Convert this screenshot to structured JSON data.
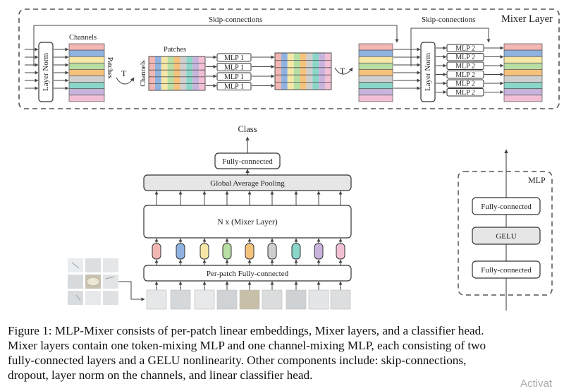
{
  "mixer_layer": {
    "title": "Mixer Layer",
    "skip_label_1": "Skip-connections",
    "skip_label_2": "Skip-connections",
    "layer_norm_1": "Layer Norm",
    "layer_norm_2": "Layer Norm",
    "channels_label": "Channels",
    "patches_label_rotated": "Patches",
    "patches_label": "Patches",
    "channels_label_rotated": "Channels",
    "transpose_1": "T",
    "transpose_2": "T",
    "mlp1_labels": [
      "MLP 1",
      "MLP 1",
      "MLP 1",
      "MLP 1"
    ],
    "mlp2_labels": [
      "MLP 2",
      "MLP 2",
      "MLP 2",
      "MLP 2",
      "MLP 2",
      "MLP 2"
    ],
    "channel_colors": [
      "#f2b6b3",
      "#8fb2e0",
      "#f6e7a6",
      "#b8dfa3",
      "#f5c27c",
      "#cfcfcf",
      "#8ad6c8",
      "#c7b3dc",
      "#f2bfd4"
    ],
    "token_colors": [
      "#f2b6b3",
      "#8fb2e0",
      "#f6e7a6",
      "#b8dfa3",
      "#f5c27c",
      "#cfcfcf",
      "#8ad6c8",
      "#c7b3dc",
      "#f2bfd4"
    ]
  },
  "architecture": {
    "class_label": "Class",
    "fully_connected": "Fully-connected",
    "global_pool": "Global Average Pooling",
    "mixer_stack": "N x (Mixer Layer)",
    "per_patch": "Per-patch Fully-connected",
    "token_colors": [
      "#f2b6b3",
      "#8fb2e0",
      "#f6e7a6",
      "#b8dfa3",
      "#f5c27c",
      "#cfcfcf",
      "#8ad6c8",
      "#c7b3dc",
      "#f2bfd4"
    ]
  },
  "mlp_block": {
    "title": "MLP",
    "fc_top": "Fully-connected",
    "gelu": "GELU",
    "fc_bottom": "Fully-connected"
  },
  "caption": {
    "line1": "Figure 1: MLP-Mixer consists of per-patch linear embeddings, Mixer layers, and a classifier head.",
    "line2": "Mixer layers contain one token-mixing MLP and one channel-mixing MLP, each consisting of two",
    "line3": "fully-connected layers and a GELU nonlinearity.  Other components include: skip-connections,",
    "line4": "dropout, layer norm on the channels, and linear classifier head."
  },
  "watermark": "Activat"
}
